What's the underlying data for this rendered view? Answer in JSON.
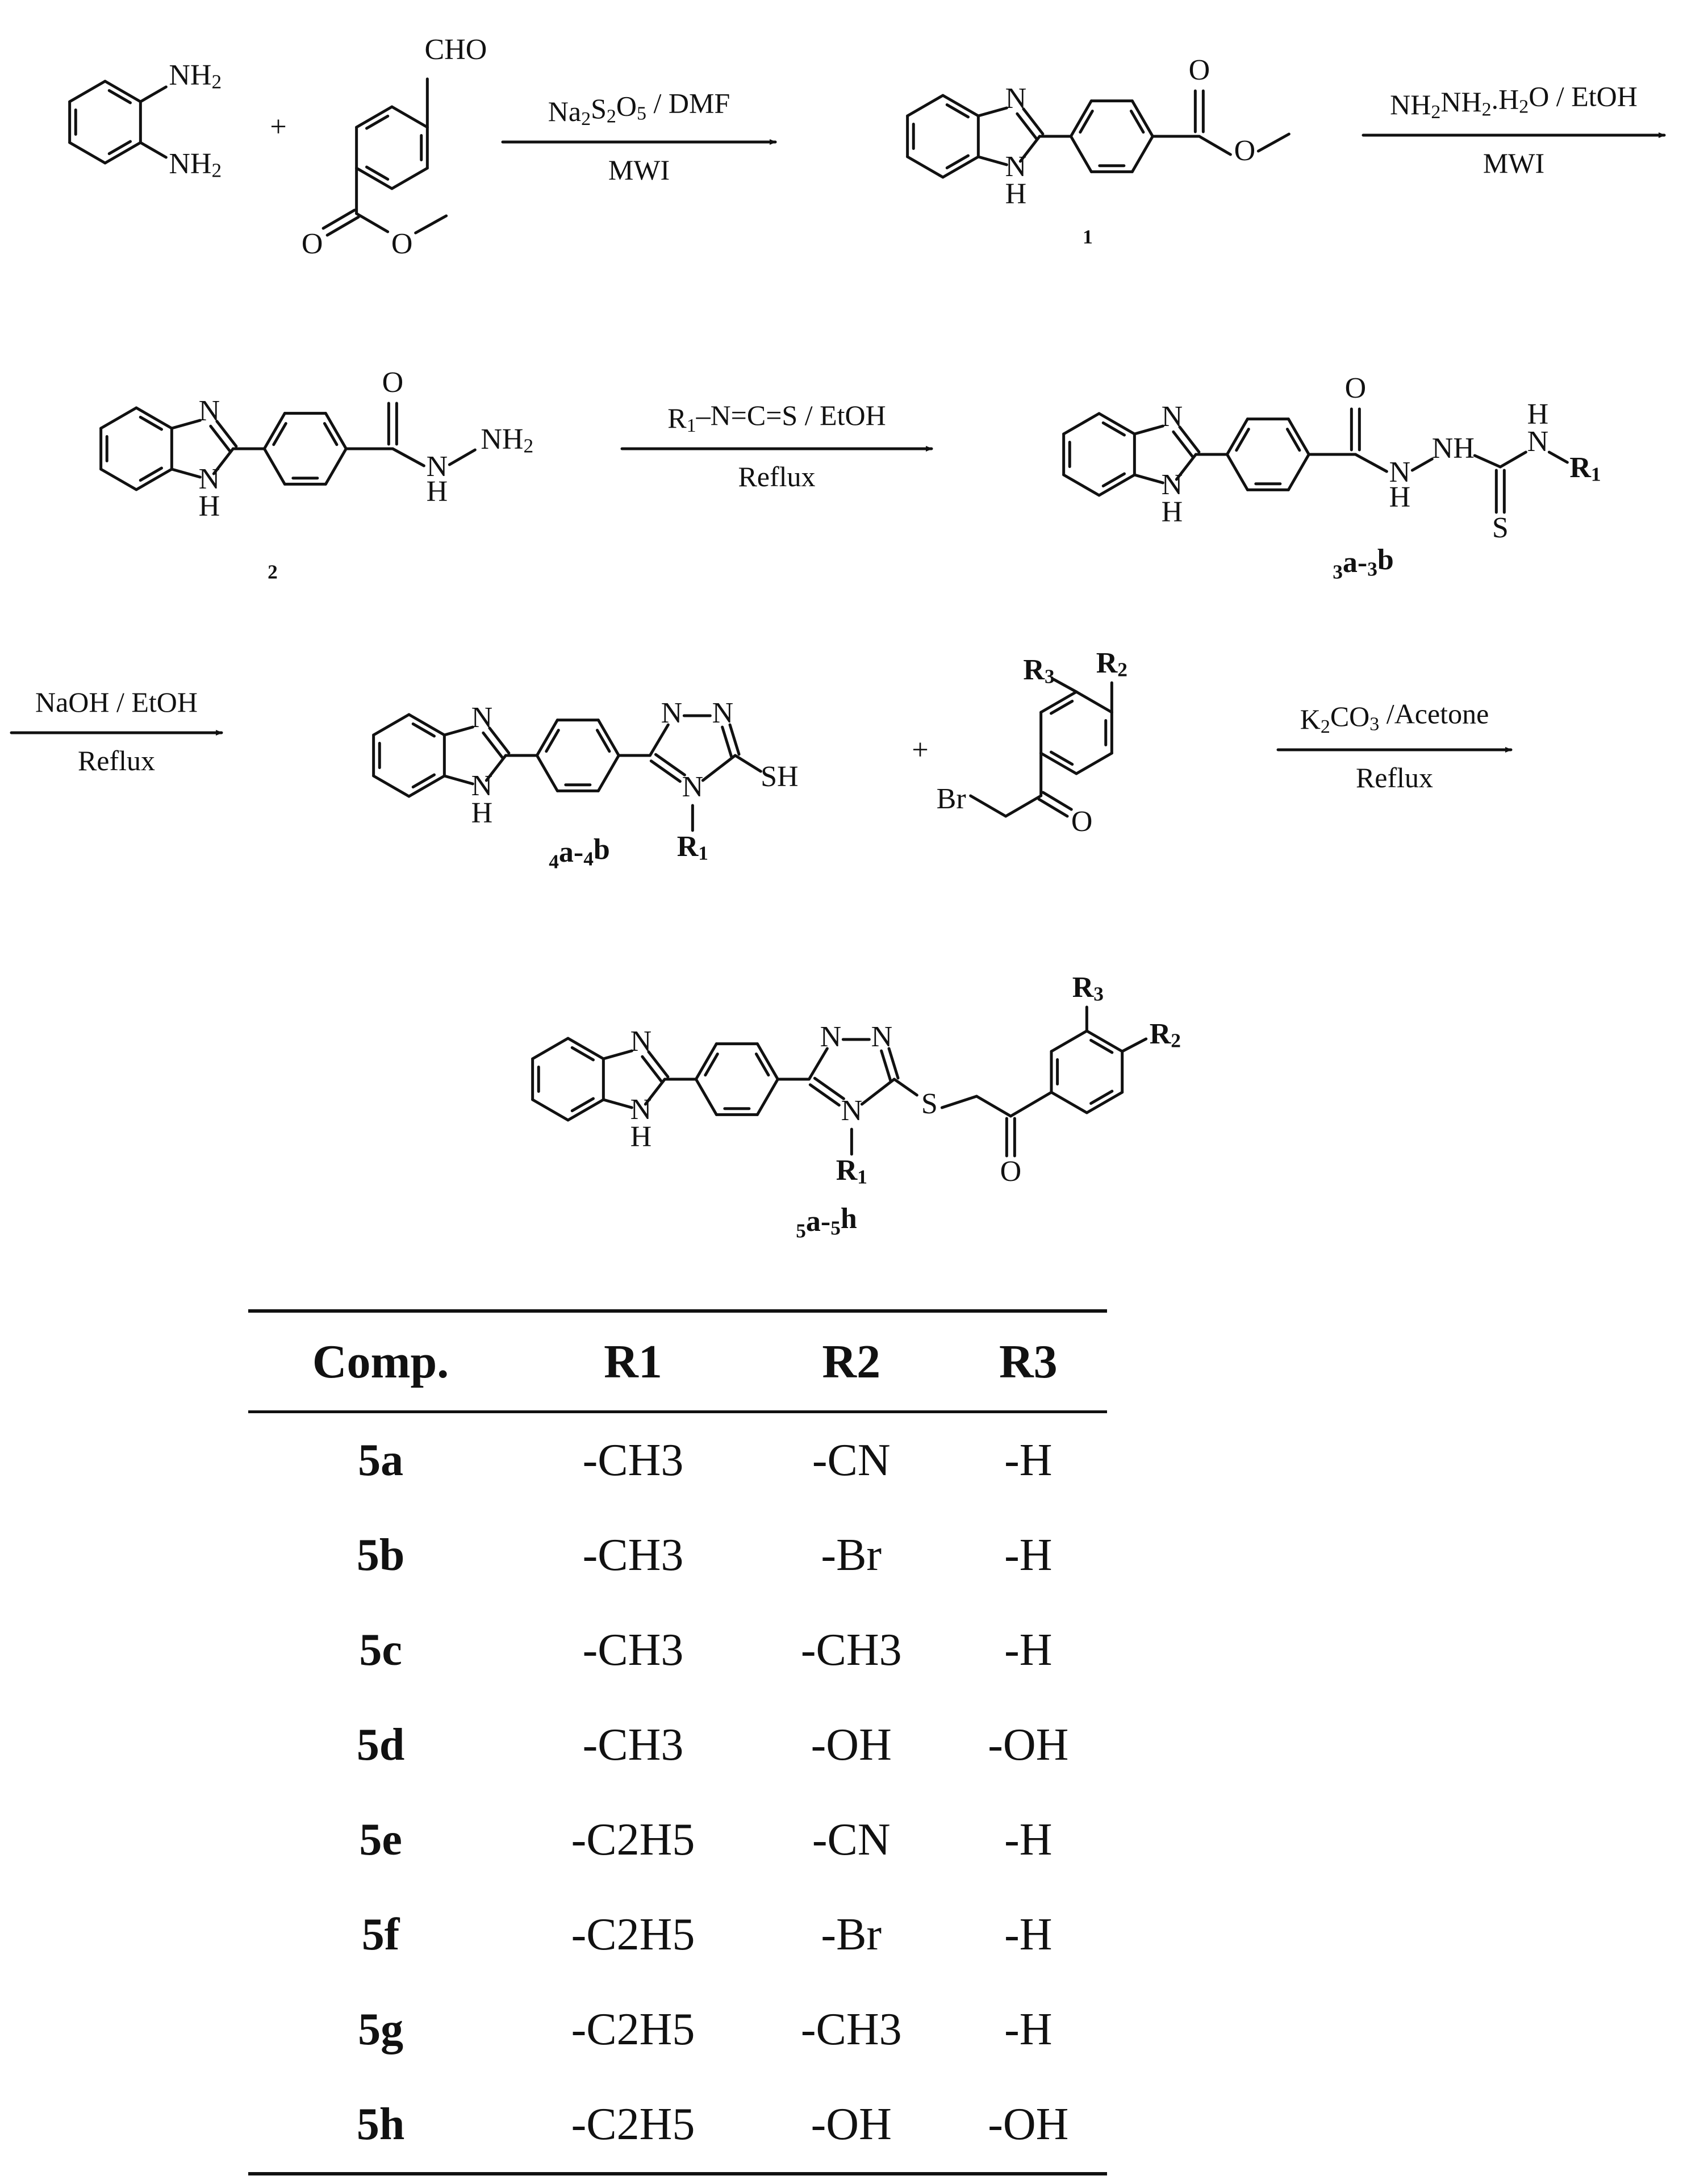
{
  "steps": [
    {
      "above": "Na2S2O5 / DMF",
      "below": "MWI"
    },
    {
      "above": "NH2NH2.H2O / EtOH",
      "below": "MWI"
    },
    {
      "above": "R1–N=C=S / EtOH",
      "below": "Reflux"
    },
    {
      "above": "NaOH / EtOH",
      "below": "Reflux"
    },
    {
      "above": "K2CO3 /Acetone",
      "below": "Reflux"
    }
  ],
  "compound_ids": [
    "1",
    "2",
    "3a-3b",
    "4a-4b",
    "5a-5h"
  ],
  "atom_labels": {
    "nh2": "NH2",
    "cho": "CHO",
    "o": "O",
    "n": "N",
    "h": "H",
    "nh": "NH",
    "s": "S",
    "sh": "SH",
    "br": "Br",
    "r1": "R1",
    "r2": "R2",
    "r3": "R3",
    "plus": "+"
  },
  "table": {
    "headers": [
      "Comp.",
      "R1",
      "R2",
      "R3"
    ],
    "rows": [
      [
        "5a",
        "-CH3",
        "-CN",
        "-H"
      ],
      [
        "5b",
        "-CH3",
        "-Br",
        "-H"
      ],
      [
        "5c",
        "-CH3",
        "-CH3",
        "-H"
      ],
      [
        "5d",
        "-CH3",
        "-OH",
        "-OH"
      ],
      [
        "5e",
        "-C2H5",
        "-CN",
        "-H"
      ],
      [
        "5f",
        "-C2H5",
        "-Br",
        "-H"
      ],
      [
        "5g",
        "-C2H5",
        "-CH3",
        "-H"
      ],
      [
        "5h",
        "-C2H5",
        "-OH",
        "-OH"
      ]
    ]
  }
}
